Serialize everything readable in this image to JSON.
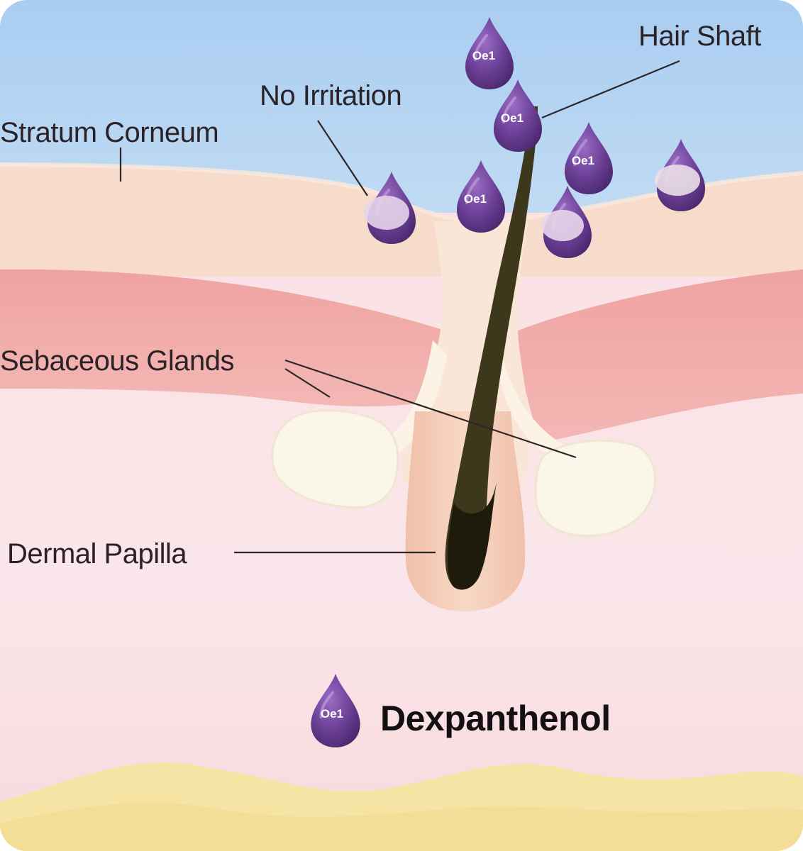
{
  "labels": {
    "hair_shaft": "Hair Shaft",
    "no_irritation": "No Irritation",
    "stratum_corneum": "Stratum Corneum",
    "sebaceous_glands": "Sebaceous Glands",
    "dermal_papilla": "Dermal Papilla"
  },
  "legend": {
    "label": "Dexpanthenol",
    "icon": "purple-droplet-icon"
  },
  "droplet_text": "Oe1",
  "colors": {
    "sky": "#b9d6f2",
    "epidermis": "#f7dccb",
    "dermis_band": "#f0a6a3",
    "dermis": "#fbdfe3",
    "fat_layer": "#f6e4a4",
    "droplet": "#6b3f95",
    "hair": "#3e3a1e",
    "gland": "#fbf6ea"
  }
}
